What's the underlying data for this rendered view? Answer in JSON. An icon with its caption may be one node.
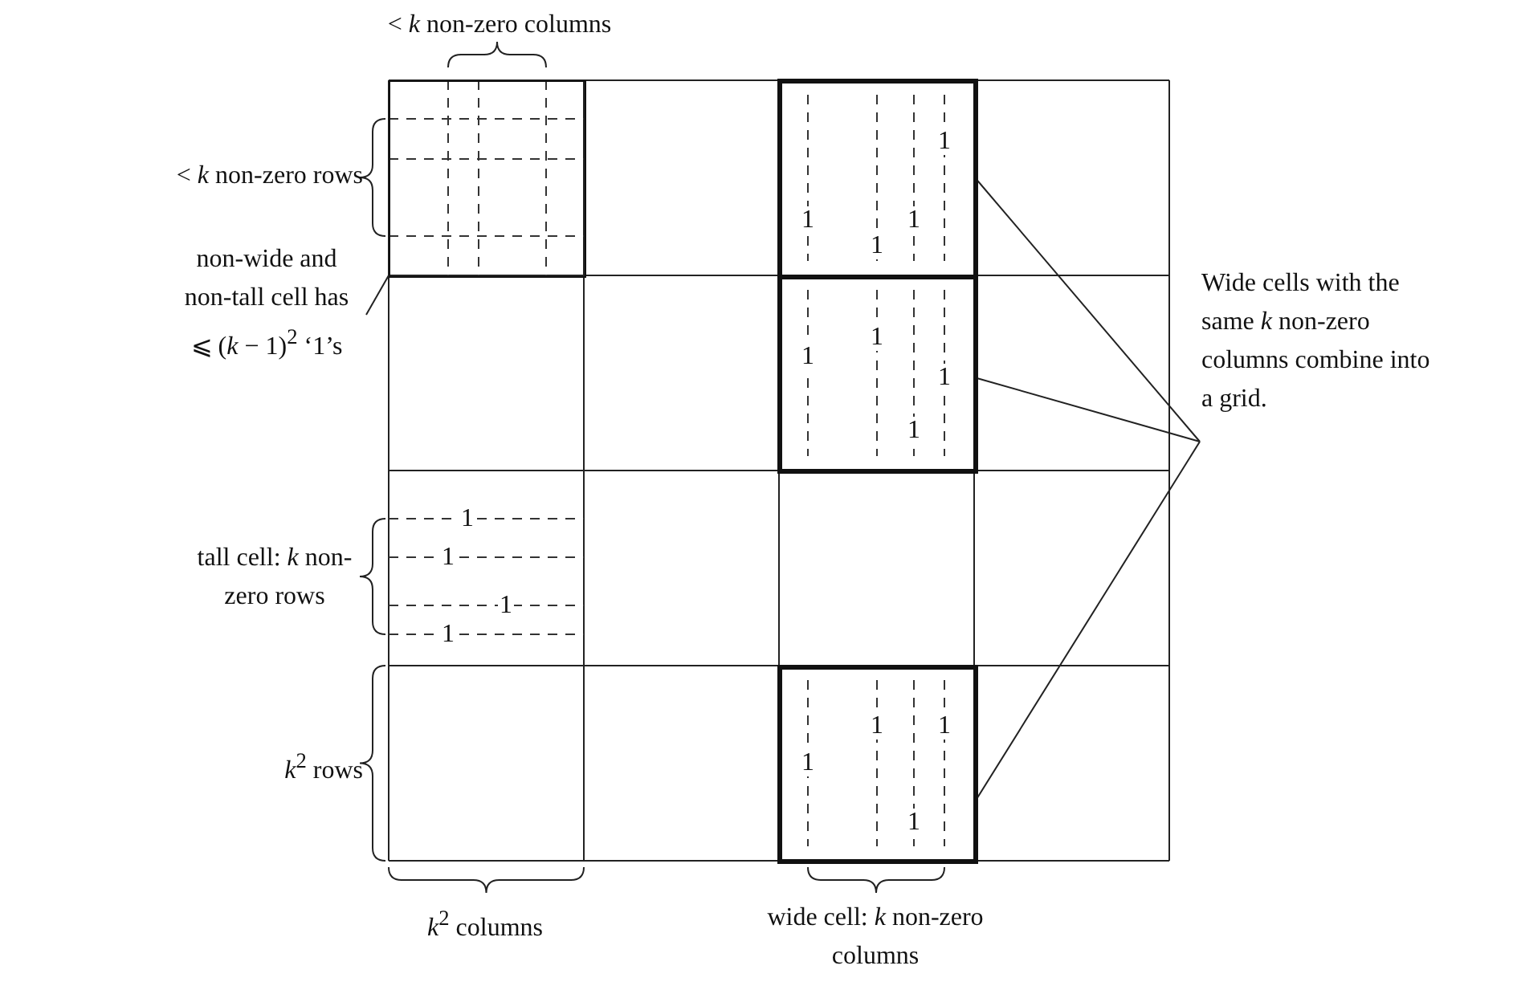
{
  "diagram": {
    "nodes": [
      {
        "text": [
          "non-wide and non-tall cell has ⩽ (*k* − 1)$^{2}$ ‘1’s"
        ]
      },
      {
        "text": [],
        "shape": "box"
      },
      {
        "text": [],
        "shape": "box"
      },
      {
        "text": [],
        "shape": "box"
      },
      {
        "text": [],
        "shape": "box"
      },
      {
        "text": [
          "Wide cells with the same *k* non-zero columns combine into a grid."
        ]
      }
    ],
    "edges": [
      {
        "from": 0,
        "to": 1,
        "arrow": "none"
      },
      {
        "from": 5,
        "to": 2,
        "arrow": "none"
      },
      {
        "from": 5,
        "to": 3,
        "arrow": "none"
      },
      {
        "from": 5,
        "to": 4,
        "arrow": "none"
      }
    ],
    "labels": [
      "< *k* non-zero columns",
      "< *k* non-zero rows",
      "1",
      "1",
      "1",
      "1",
      "1",
      "1",
      "1",
      "1",
      "tall cell: *k* non-zero rows",
      "1",
      "1",
      "1",
      "1",
      "*k*$^{2}$ rows",
      "1",
      "1",
      "1",
      "1",
      "*k*$^{2}$ columns",
      "wide cell: *k* non-zero columns"
    ]
  }
}
